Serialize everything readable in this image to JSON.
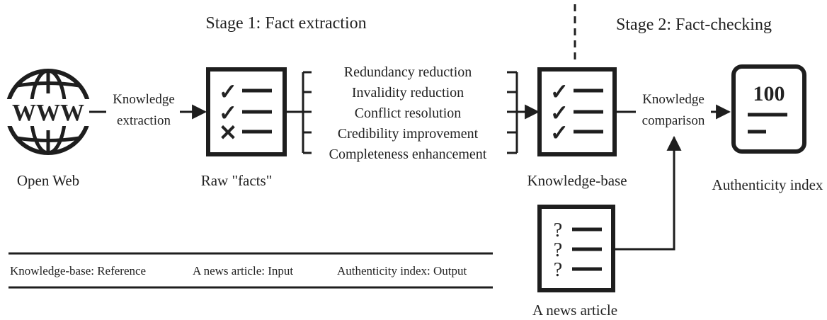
{
  "stages": {
    "stage1": "Stage 1: Fact extraction",
    "stage2": "Stage 2: Fact-checking"
  },
  "nodes": {
    "open_web": "Open Web",
    "raw_facts": "Raw \"facts\"",
    "knowledge_base": "Knowledge-base",
    "authenticity_index": "Authenticity index",
    "news_article": "A news article"
  },
  "edges": {
    "knowledge_extraction": [
      "Knowledge",
      "extraction"
    ],
    "knowledge_comparison": [
      "Knowledge",
      "comparison"
    ]
  },
  "processes": [
    "Redundancy reduction",
    "Invalidity reduction",
    "Conflict resolution",
    "Credibility improvement",
    "Completeness enhancement"
  ],
  "icons": {
    "globe_text": "WWW",
    "raw_marks": [
      "✓",
      "✓",
      "✕"
    ],
    "kb_marks": [
      "✓",
      "✓",
      "✓"
    ],
    "article_marks": [
      "?",
      "?",
      "?"
    ],
    "score": "100"
  },
  "legend": {
    "reference": "Knowledge-base: Reference",
    "input": "A news article: Input",
    "output": "Authenticity index: Output"
  }
}
